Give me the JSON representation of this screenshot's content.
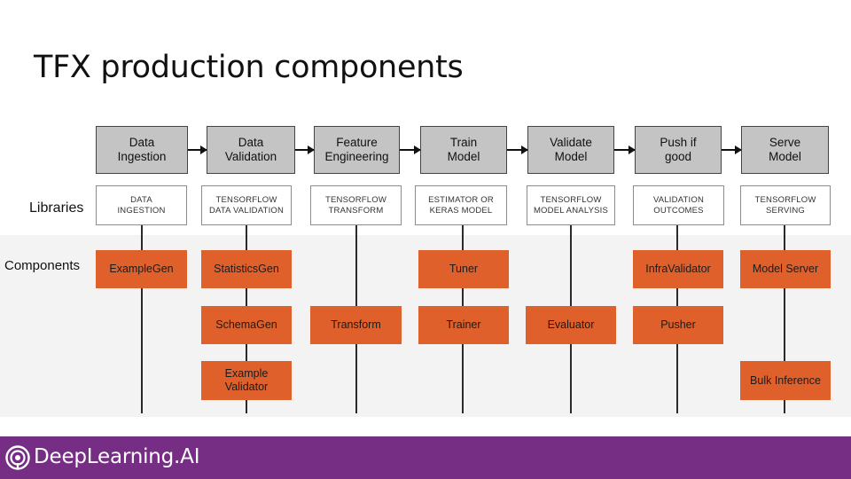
{
  "title": "TFX production components",
  "row_labels": {
    "libraries": "Libraries",
    "components": "Components"
  },
  "stages": [
    {
      "label": "Data\nIngestion",
      "library": "DATA\nINGESTION",
      "components": [
        "ExampleGen"
      ]
    },
    {
      "label": "Data\nValidation",
      "library": "TENSORFLOW\nDATA VALIDATION",
      "components": [
        "StatisticsGen",
        "SchemaGen",
        "Example\nValidator"
      ]
    },
    {
      "label": "Feature\nEngineering",
      "library": "TENSORFLOW\nTRANSFORM",
      "components": [
        "Transform"
      ]
    },
    {
      "label": "Train\nModel",
      "library": "ESTIMATOR OR\nKERAS MODEL",
      "components": [
        "Tuner",
        "Trainer"
      ]
    },
    {
      "label": "Validate\nModel",
      "library": "TENSORFLOW\nMODEL ANALYSIS",
      "components": [
        "Evaluator"
      ]
    },
    {
      "label": "Push if\ngood",
      "library": "VALIDATION\nOUTCOMES",
      "components": [
        "InfraValidator",
        "Pusher"
      ]
    },
    {
      "label": "Serve\nModel",
      "library": "TENSORFLOW\nSERVING",
      "components": [
        "Model  Server",
        "Bulk Inference"
      ]
    }
  ],
  "footer": {
    "brand": "DeepLearning.AI",
    "logo_icon": "deeplearning-ai-logo-icon"
  },
  "colors": {
    "stage_fill": "#c4c4c4",
    "component_fill": "#e0602b",
    "footer_bg": "#762d84"
  }
}
